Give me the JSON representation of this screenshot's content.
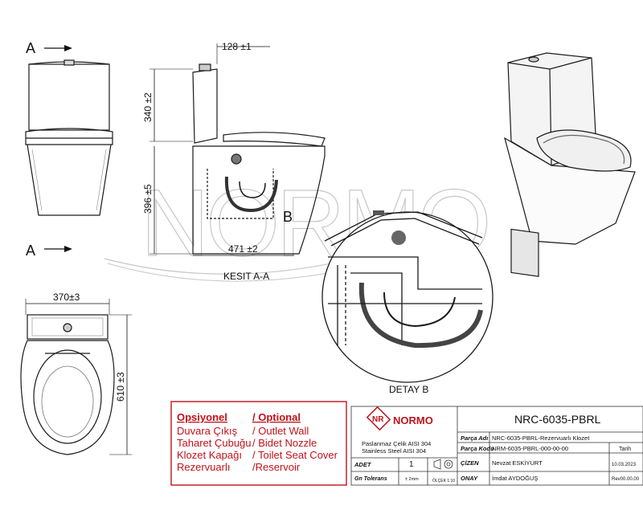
{
  "section_marks": {
    "a_top": "A",
    "a_bottom": "A",
    "b": "B"
  },
  "dimensions": {
    "top_offset": "128 ±1",
    "tank_height": "340 ±2",
    "bowl_height": "396 ±5",
    "depth": "471 ±2",
    "width": "370±3",
    "length": "610 ±3"
  },
  "captions": {
    "section": "KESIT A-A",
    "detail": "DETAY B"
  },
  "watermark": {
    "text": "NORMO"
  },
  "options": {
    "header_tr": "Opsiyonel",
    "header_en": "/ Optional",
    "rows": [
      {
        "tr": "Duvara  Çıkış",
        "en": "/ Outlet Wall"
      },
      {
        "tr": "Taharet Çubuğu",
        "en": "/ Bidet Nozzle"
      },
      {
        "tr": "Klozet Kapağı",
        "en": "/ Toilet Seat Cover"
      },
      {
        "tr": "Rezervuarlı",
        "en": "/Reservoir"
      }
    ],
    "color": "#c0121b"
  },
  "title_block": {
    "logo_mark": "NR",
    "logo_text": "NORMO",
    "code": "NRC-6035-PBRL",
    "material_tr": "Paslanmaz Çelik AISI 304",
    "material_en": "Stainless Steel AISI 304",
    "part_name_label": "Parça Adı",
    "part_name": "NRC-6035-PBRL-Rezervuarlı Klozet",
    "part_code_label": "Parça Kodu",
    "part_code": "NRM-6035-PBRL-000-00-00",
    "date_label": "Tarih",
    "qty_label": "ADET",
    "qty": "1",
    "drawer_label": "ÇİZEN",
    "drawer": "Nevzat ESKİYURT",
    "date": "10.03.2023",
    "tolerance_label": "Gn Tolerans",
    "tolerance": "± 2mm",
    "scale": "ÖLÇEK 1:10",
    "approver_label": "ONAY",
    "approver": "İmdat AYDOĞUŞ",
    "revision": "Rev00.00.00"
  }
}
